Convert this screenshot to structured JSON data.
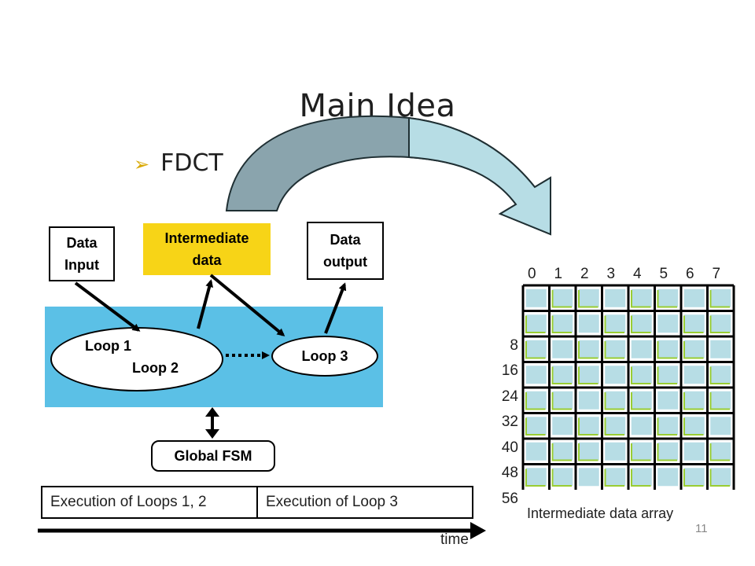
{
  "title": "Main Idea",
  "bullet": "FDCT",
  "boxes": {
    "data_input": [
      "Data",
      "Input"
    ],
    "intermediate": [
      "Intermediate",
      "data"
    ],
    "data_output": [
      "Data",
      "output"
    ],
    "global_fsm": "Global FSM"
  },
  "loops": {
    "loop1": "Loop 1",
    "loop2": "Loop 2",
    "loop3": "Loop 3"
  },
  "timeline": {
    "phase1": "Execution of Loops 1, 2",
    "phase2": "Execution of Loop 3",
    "axis_label": "time"
  },
  "array": {
    "col_labels": [
      "0",
      "1",
      "2",
      "3",
      "4",
      "5",
      "6",
      "7"
    ],
    "row_labels": [
      "",
      "8",
      "16",
      "24",
      "32",
      "40",
      "48",
      "56"
    ],
    "caption": "Intermediate data array"
  },
  "page_number": "11",
  "colors": {
    "band": "#5bc0e6",
    "intermediate_fill": "#f7d417",
    "cell_fill": "#b7dde5",
    "cell_mark": "#9acd32",
    "arrow_dark": "#8aa4ad",
    "arrow_light": "#b7dde5",
    "bullet_arrow": "#d9a800"
  }
}
